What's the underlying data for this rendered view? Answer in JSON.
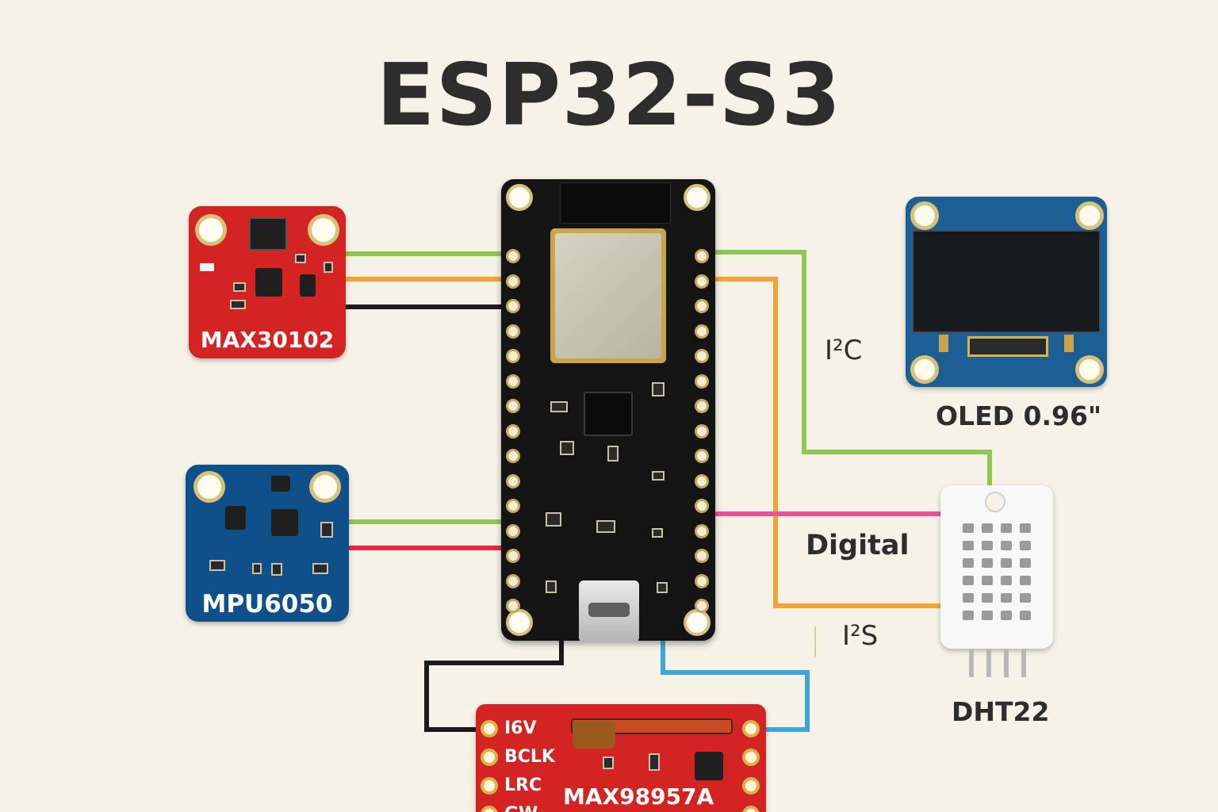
{
  "title": "ESP32-S3",
  "modules": {
    "max30102": {
      "label": "MAX30102"
    },
    "mpu6050": {
      "label": "MPU6050"
    },
    "oled": {
      "label": "OLED 0.96\""
    },
    "dht22": {
      "label": "DHT22"
    },
    "max98357a": {
      "label": "MAX98957A",
      "pins": [
        "I6V",
        "BCLK",
        "LRC",
        "GW"
      ]
    }
  },
  "wire_labels": {
    "i2c": "I²C",
    "digital": "Digital",
    "i2s": "I²S"
  },
  "colors": {
    "background": "#f6f2e7",
    "wire_green": "#8dc653",
    "wire_orange": "#f5a233",
    "wire_black": "#1b1b1b",
    "wire_red": "#e8283c",
    "wire_pink": "#f0509a",
    "wire_blue": "#3aa6d9",
    "red_board": "#d42323",
    "blue_board": "#0f4f8a",
    "oled_board": "#1b5f95"
  }
}
